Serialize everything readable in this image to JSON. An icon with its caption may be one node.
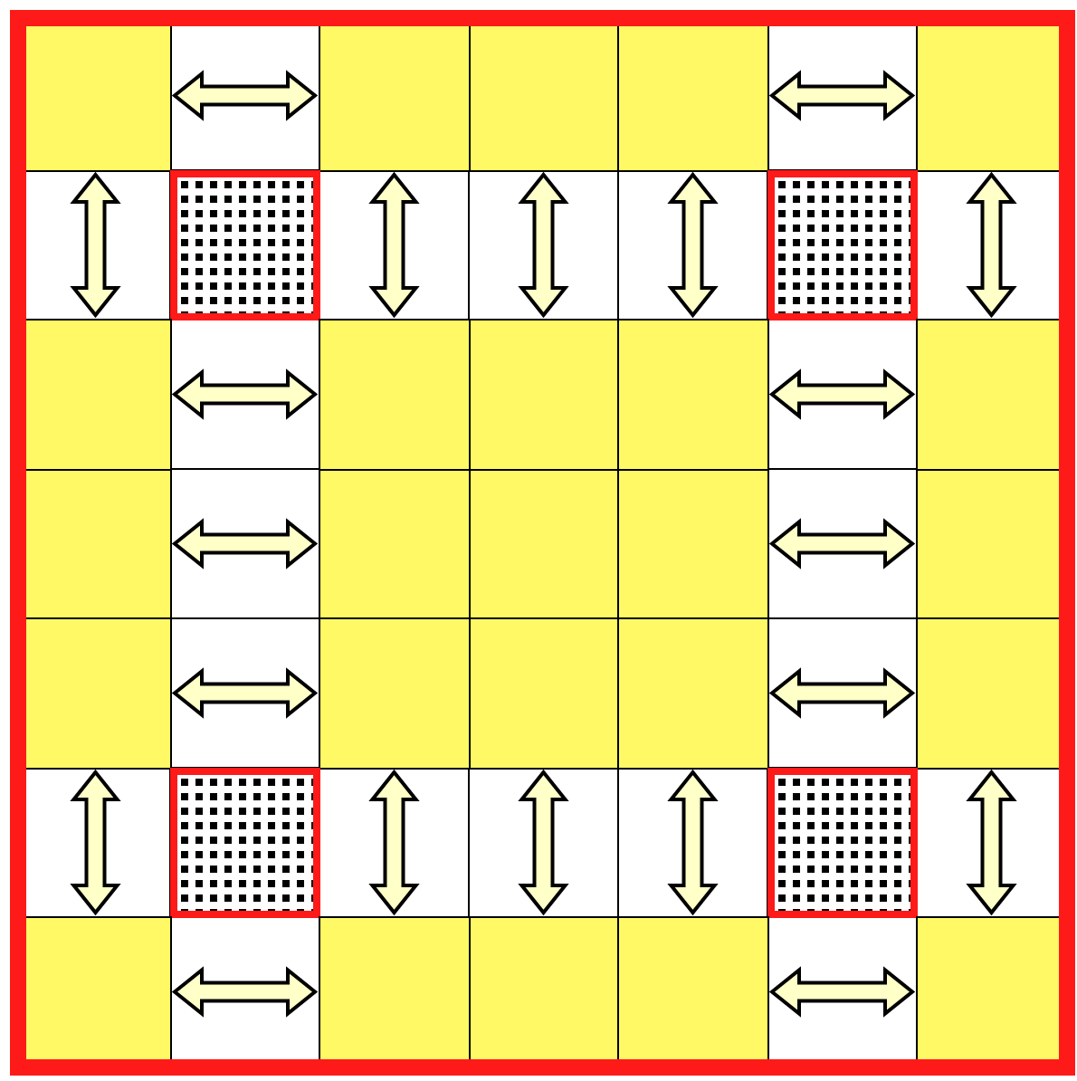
{
  "diagram": {
    "nodes": [
      {
        "text": [],
        "shape": "box"
      },
      {
        "text": [],
        "shape": "box"
      },
      {
        "text": [],
        "shape": "box"
      },
      {
        "text": [],
        "shape": "box"
      },
      {
        "text": [],
        "shape": "box"
      },
      {
        "text": [],
        "shape": "box"
      },
      {
        "text": [],
        "shape": "box"
      },
      {
        "text": [],
        "shape": "box"
      },
      {
        "text": [],
        "shape": "box"
      },
      {
        "text": [],
        "shape": "box"
      },
      {
        "text": [],
        "shape": "box"
      },
      {
        "text": [],
        "shape": "box"
      },
      {
        "text": [],
        "shape": "box"
      },
      {
        "text": [],
        "shape": "box"
      },
      {
        "text": [],
        "shape": "box"
      },
      {
        "text": [],
        "shape": "box"
      },
      {
        "text": [],
        "shape": "box"
      },
      {
        "text": [],
        "shape": "box"
      },
      {
        "text": [],
        "shape": "box"
      },
      {
        "text": [],
        "shape": "box"
      },
      {
        "text": [],
        "shape": "box"
      },
      {
        "text": [],
        "shape": "box"
      },
      {
        "text": [],
        "shape": "box"
      },
      {
        "text": [],
        "shape": "box"
      },
      {
        "text": [],
        "shape": "box"
      },
      {
        "text": [],
        "shape": "box"
      },
      {
        "text": [],
        "shape": "box"
      },
      {
        "text": [],
        "shape": "box"
      },
      {
        "text": [],
        "shape": "box"
      }
    ],
    "edges": [
      {
        "from": 0,
        "to": 1,
        "arrow": "both"
      },
      {
        "from": 3,
        "to": 4,
        "arrow": "both"
      },
      {
        "from": 0,
        "to": 7,
        "arrow": "both"
      },
      {
        "from": 1,
        "to": 8,
        "arrow": "both"
      },
      {
        "from": 2,
        "to": 9,
        "arrow": "both"
      },
      {
        "from": 3,
        "to": 10,
        "arrow": "both"
      },
      {
        "from": 4,
        "to": 11,
        "arrow": "both"
      },
      {
        "from": 7,
        "to": 8,
        "arrow": "both"
      },
      {
        "from": 10,
        "to": 11,
        "arrow": "both"
      },
      {
        "from": 12,
        "to": 13,
        "arrow": "both"
      },
      {
        "from": 15,
        "to": 16,
        "arrow": "both"
      },
      {
        "from": 17,
        "to": 18,
        "arrow": "both"
      },
      {
        "from": 20,
        "to": 21,
        "arrow": "both"
      },
      {
        "from": 17,
        "to": 24,
        "arrow": "both"
      },
      {
        "from": 18,
        "to": 25,
        "arrow": "both"
      },
      {
        "from": 19,
        "to": 26,
        "arrow": "both"
      },
      {
        "from": 20,
        "to": 27,
        "arrow": "both"
      },
      {
        "from": 21,
        "to": 28,
        "arrow": "both"
      },
      {
        "from": 24,
        "to": 25,
        "arrow": "both"
      },
      {
        "from": 27,
        "to": 28,
        "arrow": "both"
      }
    ]
  }
}
